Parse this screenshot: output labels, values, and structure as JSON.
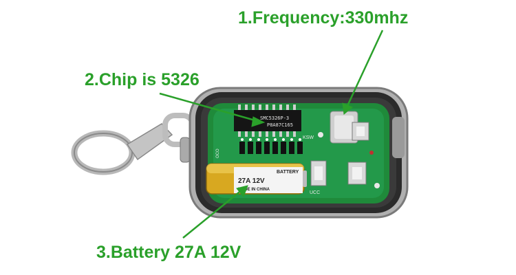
{
  "annotations": {
    "frequency": "1.Frequency:330mhz",
    "chip": "2.Chip is 5326",
    "battery": "3.Battery 27A 12V"
  },
  "board": {
    "chip_marking_1": "SMC5326P-3",
    "chip_marking_2": "P8A87C165",
    "silk_ksw": "KSW",
    "silk_ucc": "UCC",
    "silk_oco": "OCO"
  },
  "battery_cell": {
    "brand": "BATTERY",
    "rating": "27A 12V",
    "origin": "MADE IN CHINA"
  },
  "colors": {
    "annotation_green": "#2aa02a",
    "pcb_green": "#1f8a3a",
    "battery_gold": "#d8a820"
  }
}
